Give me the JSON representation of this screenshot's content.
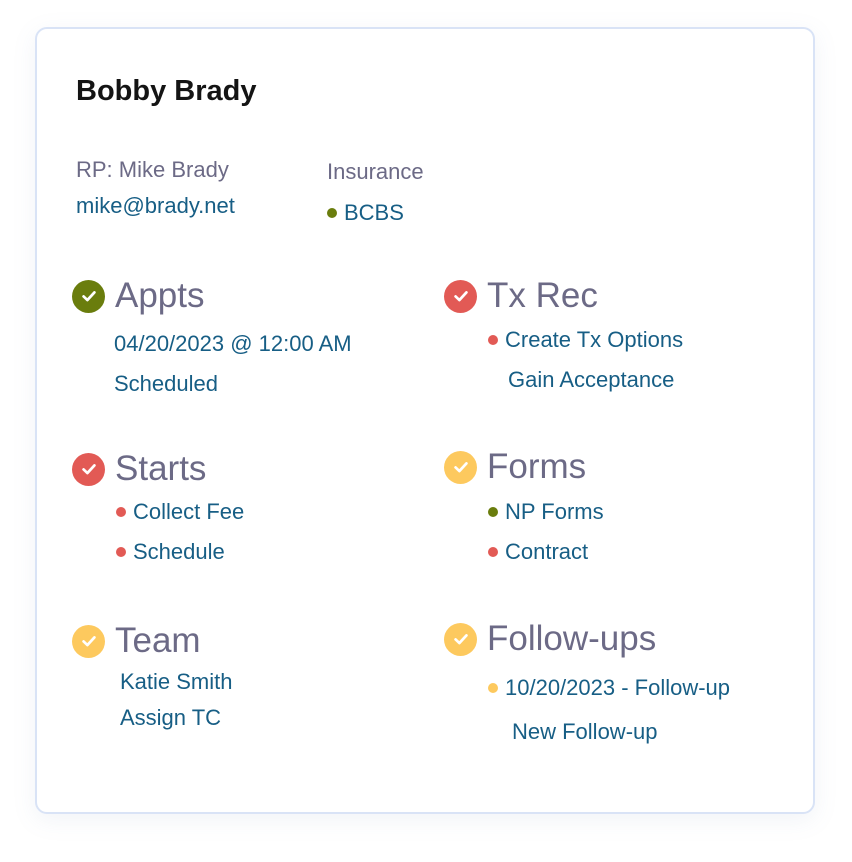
{
  "patient": {
    "name": "Bobby Brady",
    "rp_label": "RP: Mike Brady",
    "email": "mike@brady.net",
    "insurance_label": "Insurance",
    "insurance_value": "BCBS",
    "insurance_status": "green"
  },
  "colors": {
    "green": "#6a7d0d",
    "red": "#e25a55",
    "yellow": "#fdc95e",
    "heading": "#6c6a86",
    "link": "#175e85",
    "card_border": "#d9e3f6"
  },
  "sections": {
    "appts": {
      "title": "Appts",
      "status": "green",
      "items": [
        "04/20/2023 @ 12:00 AM",
        "Scheduled"
      ]
    },
    "tx_rec": {
      "title": "Tx Rec",
      "status": "red",
      "items": [
        {
          "label": "Create Tx Options",
          "dot": "red"
        },
        {
          "label": "Gain Acceptance",
          "dot": null
        }
      ]
    },
    "starts": {
      "title": "Starts",
      "status": "red",
      "items": [
        {
          "label": "Collect Fee",
          "dot": "red"
        },
        {
          "label": "Schedule",
          "dot": "red"
        }
      ]
    },
    "forms": {
      "title": "Forms",
      "status": "yellow",
      "items": [
        {
          "label": "NP Forms",
          "dot": "green"
        },
        {
          "label": "Contract",
          "dot": "red"
        }
      ]
    },
    "team": {
      "title": "Team",
      "status": "yellow",
      "items": [
        "Katie Smith",
        "Assign TC"
      ]
    },
    "followups": {
      "title": "Follow-ups",
      "status": "yellow",
      "items": [
        {
          "label": "10/20/2023 - Follow-up",
          "dot": "yellow"
        },
        {
          "label": "New Follow-up",
          "dot": null
        }
      ]
    }
  }
}
